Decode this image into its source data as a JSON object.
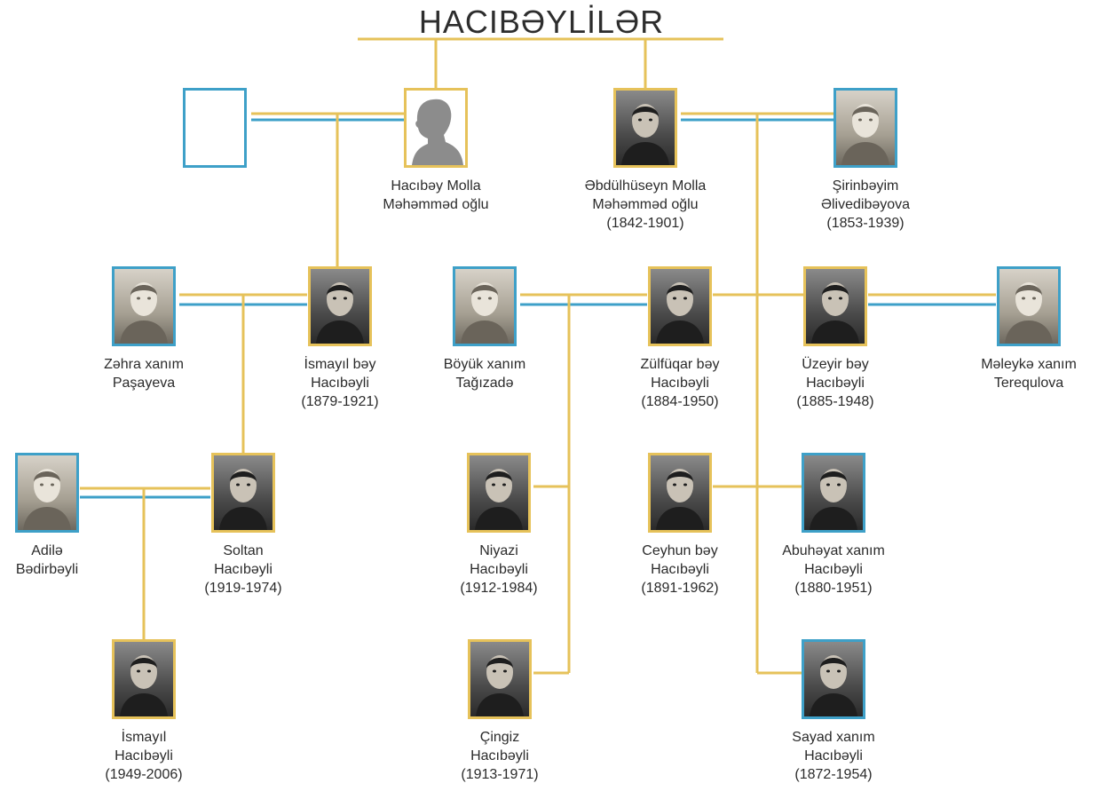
{
  "title": "HACIBƏYLİLƏR",
  "colors": {
    "male_line": "#e6c25a",
    "female_line": "#3ea0c8",
    "text": "#2b2b2b"
  },
  "people": [
    {
      "id": "unknown_wife",
      "lines": [],
      "gender": "female",
      "photo": "empty"
    },
    {
      "id": "hacibey",
      "lines": [
        "Hacıbəy Molla",
        "Məhəmməd oğlu"
      ],
      "gender": "male",
      "photo": "silhouette"
    },
    {
      "id": "abdulhuseyn",
      "lines": [
        "Əbdülhüseyn Molla",
        "Məhəmməd oğlu",
        "(1842-1901)"
      ],
      "gender": "male",
      "photo": "portrait"
    },
    {
      "id": "sirinbeyim",
      "lines": [
        "Şirinbəyim",
        "Əlivedibəyova",
        "(1853-1939)"
      ],
      "gender": "female",
      "photo": "portrait"
    },
    {
      "id": "zehra",
      "lines": [
        "Zəhra xanım",
        "Paşayeva"
      ],
      "gender": "female",
      "photo": "portrait"
    },
    {
      "id": "ismayil",
      "lines": [
        "İsmayıl bəy",
        "Hacıbəyli",
        "(1879-1921)"
      ],
      "gender": "male",
      "photo": "portrait"
    },
    {
      "id": "boyuk",
      "lines": [
        "Böyük xanım",
        "Tağızadə"
      ],
      "gender": "female",
      "photo": "portrait"
    },
    {
      "id": "zulfuqar",
      "lines": [
        "Zülfüqar bəy",
        "Hacıbəyli",
        "(1884-1950)"
      ],
      "gender": "male",
      "photo": "portrait"
    },
    {
      "id": "uzeyir",
      "lines": [
        "Üzeyir bəy",
        "Hacıbəyli",
        "(1885-1948)"
      ],
      "gender": "male",
      "photo": "portrait"
    },
    {
      "id": "meleyke",
      "lines": [
        "Məleykə xanım",
        "Terequlova"
      ],
      "gender": "female",
      "photo": "portrait"
    },
    {
      "id": "adile",
      "lines": [
        "Adilə",
        "Bədirbəyli"
      ],
      "gender": "female",
      "photo": "portrait"
    },
    {
      "id": "soltan",
      "lines": [
        "Soltan",
        "Hacıbəyli",
        "(1919-1974)"
      ],
      "gender": "male",
      "photo": "portrait"
    },
    {
      "id": "niyazi",
      "lines": [
        "Niyazi",
        "Hacıbəyli",
        "(1912-1984)"
      ],
      "gender": "male",
      "photo": "portrait"
    },
    {
      "id": "ceyhun",
      "lines": [
        "Ceyhun bəy",
        "Hacıbəyli",
        "(1891-1962)"
      ],
      "gender": "male",
      "photo": "portrait"
    },
    {
      "id": "abuheyat",
      "lines": [
        "Abuhəyat xanım",
        "Hacıbəyli",
        "(1880-1951)"
      ],
      "gender": "female",
      "photo": "portrait"
    },
    {
      "id": "ismayil2",
      "lines": [
        "İsmayıl",
        "Hacıbəyli",
        "(1949-2006)"
      ],
      "gender": "male",
      "photo": "portrait"
    },
    {
      "id": "cingiz",
      "lines": [
        "Çingiz",
        "Hacıbəyli",
        "(1913-1971)"
      ],
      "gender": "male",
      "photo": "portrait"
    },
    {
      "id": "sayad",
      "lines": [
        "Sayad xanım",
        "Hacıbəyli",
        "(1872-1954)"
      ],
      "gender": "female",
      "photo": "portrait"
    }
  ]
}
